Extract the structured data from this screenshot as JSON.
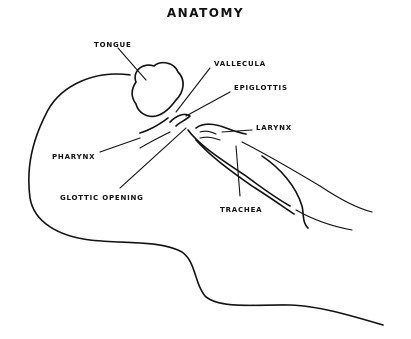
{
  "title": "ANATOMY",
  "labels": {
    "tongue": "TONGUE",
    "vallecula": "VALLECULA",
    "epiglottis": "EPIGLOTTIS",
    "larynx": "LARYNX",
    "pharynx": "PHARYNX",
    "glottic_opening": "GLOTTIC OPENING",
    "trachea": "TRACHEA"
  }
}
